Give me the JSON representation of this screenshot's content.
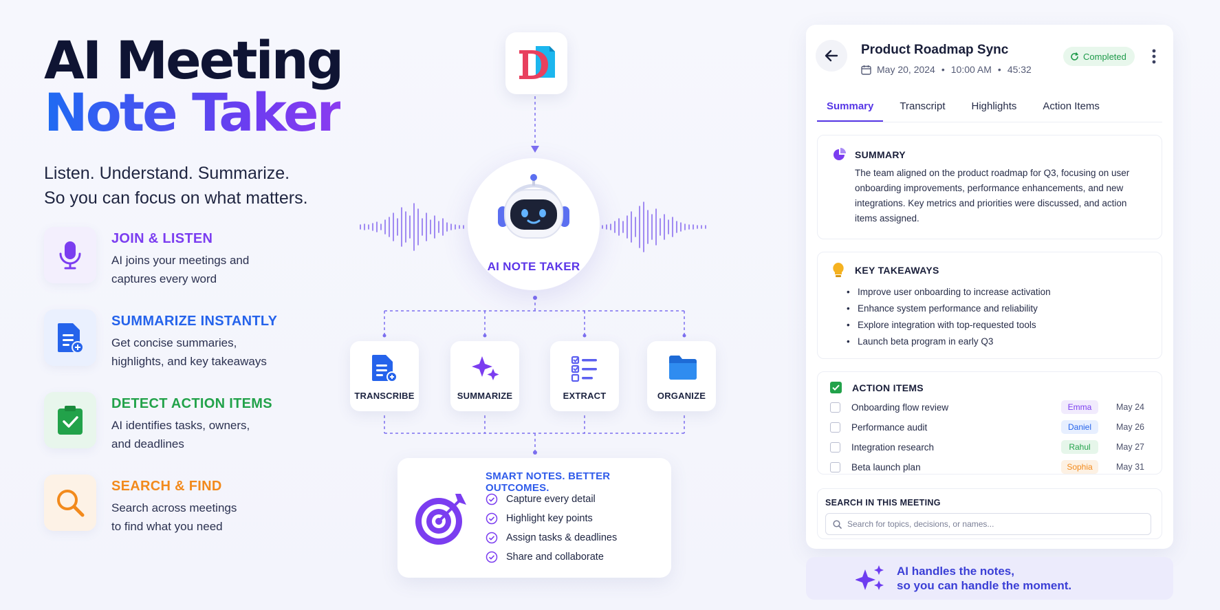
{
  "hero": {
    "title_line1": "AI Meeting",
    "title_line2": "Note Taker",
    "tagline_line1": "Listen. Understand. Summarize.",
    "tagline_line2": "So you can focus on what matters."
  },
  "features": [
    {
      "title": "JOIN & LISTEN",
      "line1": "AI joins your meetings and",
      "line2": "captures every word",
      "color": "#7b3df0",
      "icon": "microphone-icon"
    },
    {
      "title": "SUMMARIZE INSTANTLY",
      "line1": "Get concise summaries,",
      "line2": "highlights, and key takeaways",
      "color": "#2563eb",
      "icon": "document-icon"
    },
    {
      "title": "DETECT ACTION ITEMS",
      "line1": "AI identifies tasks, owners,",
      "line2": "and deadlines",
      "color": "#22a24a",
      "icon": "clipboard-check-icon"
    },
    {
      "title": "SEARCH & FIND",
      "line1": "Search across meetings",
      "line2": "to find what you need",
      "color": "#f28a1c",
      "icon": "search-icon"
    }
  ],
  "center": {
    "bot_label": "AI NOTE TAKER",
    "tools": [
      {
        "label": "TRANSCRIBE",
        "icon": "transcribe-icon"
      },
      {
        "label": "SUMMARIZE",
        "icon": "sparkle-icon"
      },
      {
        "label": "EXTRACT",
        "icon": "checklist-icon"
      },
      {
        "label": "ORGANIZE",
        "icon": "folder-icon"
      }
    ],
    "smart": {
      "title": "SMART NOTES. BETTER OUTCOMES.",
      "items": [
        "Capture every detail",
        "Highlight key points",
        "Assign tasks & deadlines",
        "Share and collaborate"
      ]
    }
  },
  "panel": {
    "title": "Product Roadmap Sync",
    "date": "May 20, 2024",
    "time": "10:00 AM",
    "duration": "45:32",
    "dot": "•",
    "status": "Completed",
    "tabs": [
      "Summary",
      "Transcript",
      "Highlights",
      "Action Items"
    ],
    "summary": {
      "heading": "SUMMARY",
      "text": "The team aligned on the product roadmap for Q3, focusing on user onboarding improvements, performance enhancements, and new integrations. Key metrics and priorities were discussed, and action items assigned."
    },
    "takeaways": {
      "heading": "KEY TAKEAWAYS",
      "items": [
        "Improve user onboarding to increase activation",
        "Enhance system performance and reliability",
        "Explore integration with top-requested tools",
        "Launch beta program in early Q3"
      ]
    },
    "actions": {
      "heading": "ACTION ITEMS",
      "items": [
        {
          "name": "Onboarding flow review",
          "owner": "Emma",
          "due": "May 24",
          "color": "#7b3df0",
          "bg": "#f1ebfd"
        },
        {
          "name": "Performance audit",
          "owner": "Daniel",
          "due": "May 26",
          "color": "#2563eb",
          "bg": "#e7efff"
        },
        {
          "name": "Integration research",
          "owner": "Rahul",
          "due": "May 27",
          "color": "#22a24a",
          "bg": "#e6f6ea"
        },
        {
          "name": "Beta launch plan",
          "owner": "Sophia",
          "due": "May 31",
          "color": "#f28a1c",
          "bg": "#fdf1e3"
        }
      ]
    },
    "search": {
      "label": "SEARCH IN THIS MEETING",
      "placeholder": "Search for topics, decisions, or names..."
    }
  },
  "banner": {
    "line1": "AI handles the notes,",
    "line2": "so you can handle the moment."
  }
}
